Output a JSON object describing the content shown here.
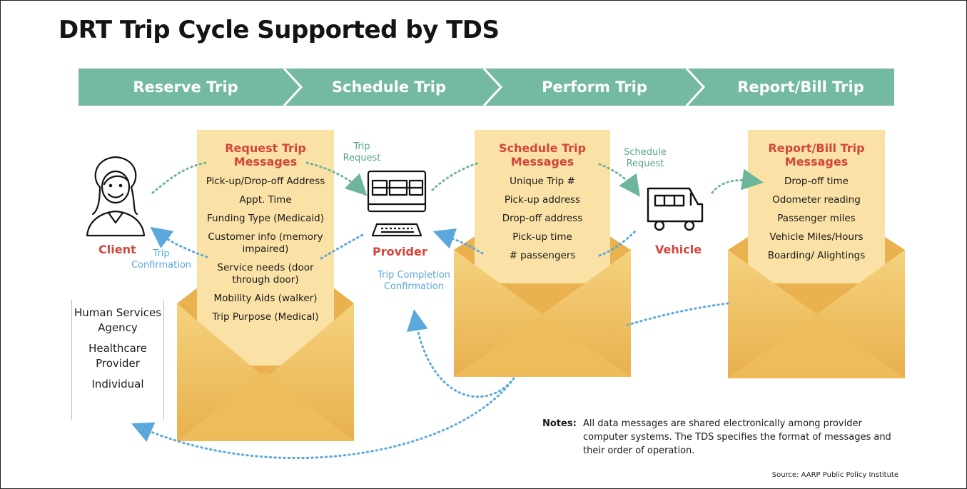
{
  "title": "DRT Trip Cycle Supported by TDS",
  "colors": {
    "band": "#74b9a1",
    "envelope": "#efc05f",
    "letter": "#fae1a6",
    "heading_red": "#d3453b",
    "arrow_green": "#6db59b",
    "arrow_blue": "#5aa8dc"
  },
  "phases": [
    "Reserve Trip",
    "Schedule Trip",
    "Perform Trip",
    "Report/Bill Trip"
  ],
  "actors": {
    "client": {
      "label": "Client",
      "icon": "person-icon"
    },
    "provider": {
      "label": "Provider",
      "icon": "computer-icon"
    },
    "vehicle": {
      "label": "Vehicle",
      "icon": "bus-icon"
    }
  },
  "messages": {
    "request": {
      "heading": "Request Trip Messages",
      "items": [
        "Pick-up/Drop-off Address",
        "Appt. Time",
        "Funding Type (Medicaid)",
        "Customer info (memory impaired)",
        "Service needs (door through door)",
        "Mobility Aids (walker)",
        "Trip Purpose (Medical)"
      ]
    },
    "schedule": {
      "heading": "Schedule Trip Messages",
      "items": [
        "Unique Trip #",
        "Pick-up address",
        "Drop-off address",
        "Pick-up time",
        "# passengers"
      ]
    },
    "report": {
      "heading": "Report/Bill Trip Messages",
      "items": [
        "Drop-off time",
        "Odometer reading",
        "Passenger miles",
        "Vehicle Miles/Hours",
        "Boarding/ Alightings"
      ]
    }
  },
  "arrow_labels": {
    "trip_request": "Trip Request",
    "schedule_request": "Schedule Request",
    "trip_confirmation": "Trip Confirmation",
    "trip_completion_confirmation": "Trip Completion Confirmation"
  },
  "client_types": [
    "Human Services Agency",
    "Healthcare Provider",
    "Individual"
  ],
  "notes": {
    "label": "Notes:",
    "text": "All data messages are shared electronically among provider computer systems. The TDS specifies the format of messages and their order of operation."
  },
  "source": "Source: AARP Public Policy Institute"
}
